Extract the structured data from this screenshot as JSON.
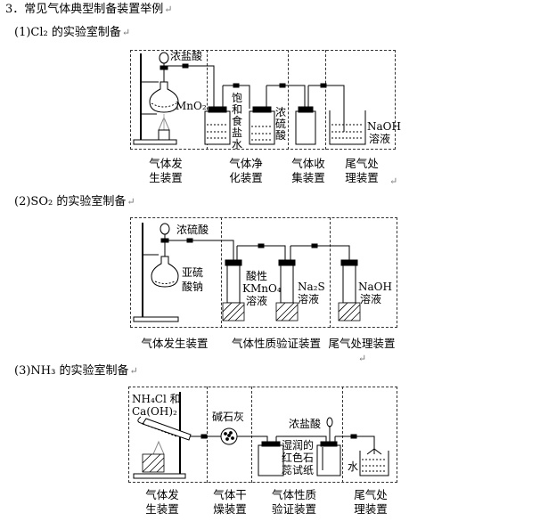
{
  "heading": "3．常见气体典型制备装置举例",
  "para_mark": "↵",
  "sections": [
    {
      "title": "(1)Cl₂ 的实验室制备",
      "reagents": {
        "acid": "浓盐酸",
        "oxidant": "MnO₂",
        "bottle_a": "饱和食盐水",
        "bottle_b": "浓硫酸",
        "absorber": "NaOH",
        "absorber_b": "溶液"
      },
      "captions": [
        {
          "l1": "气体发",
          "l2": "生装置"
        },
        {
          "l1": "气体净",
          "l2": "化装置"
        },
        {
          "l1": "气体收",
          "l2": "集装置"
        },
        {
          "l1": "尾气处",
          "l2": "理装置"
        }
      ]
    },
    {
      "title": "(2)SO₂ 的实验室制备",
      "reagents": {
        "acid": "浓硫酸",
        "solid_a": "亚硫",
        "solid_b": "酸钠",
        "kmno4_a": "酸性",
        "kmno4_b": "KMnO₄",
        "kmno4_c": "溶液",
        "na2s_a": "Na₂S",
        "na2s_b": "溶液",
        "naoh_a": "NaOH",
        "naoh_b": "溶液"
      },
      "captions": [
        {
          "l1": "气体发生装置"
        },
        {
          "l1": "气体性质验证装置"
        },
        {
          "l1": "尾气处理装置"
        }
      ]
    },
    {
      "title": "(3)NH₃ 的实验室制备",
      "reagents": {
        "solid_a": "NH₄Cl 和",
        "solid_b": "Ca(OH)₂",
        "drier": "碱石灰",
        "acid": "浓盐酸",
        "paper_a": "湿润的",
        "paper_b": "红色石",
        "paper_c": "蕊试纸",
        "water": "水"
      },
      "captions": [
        {
          "l1": "气体发",
          "l2": "生装置"
        },
        {
          "l1": "气体干",
          "l2": "燥装置"
        },
        {
          "l1": "气体性质",
          "l2": "验证装置"
        },
        {
          "l1": "尾气处",
          "l2": "理装置"
        }
      ]
    }
  ]
}
